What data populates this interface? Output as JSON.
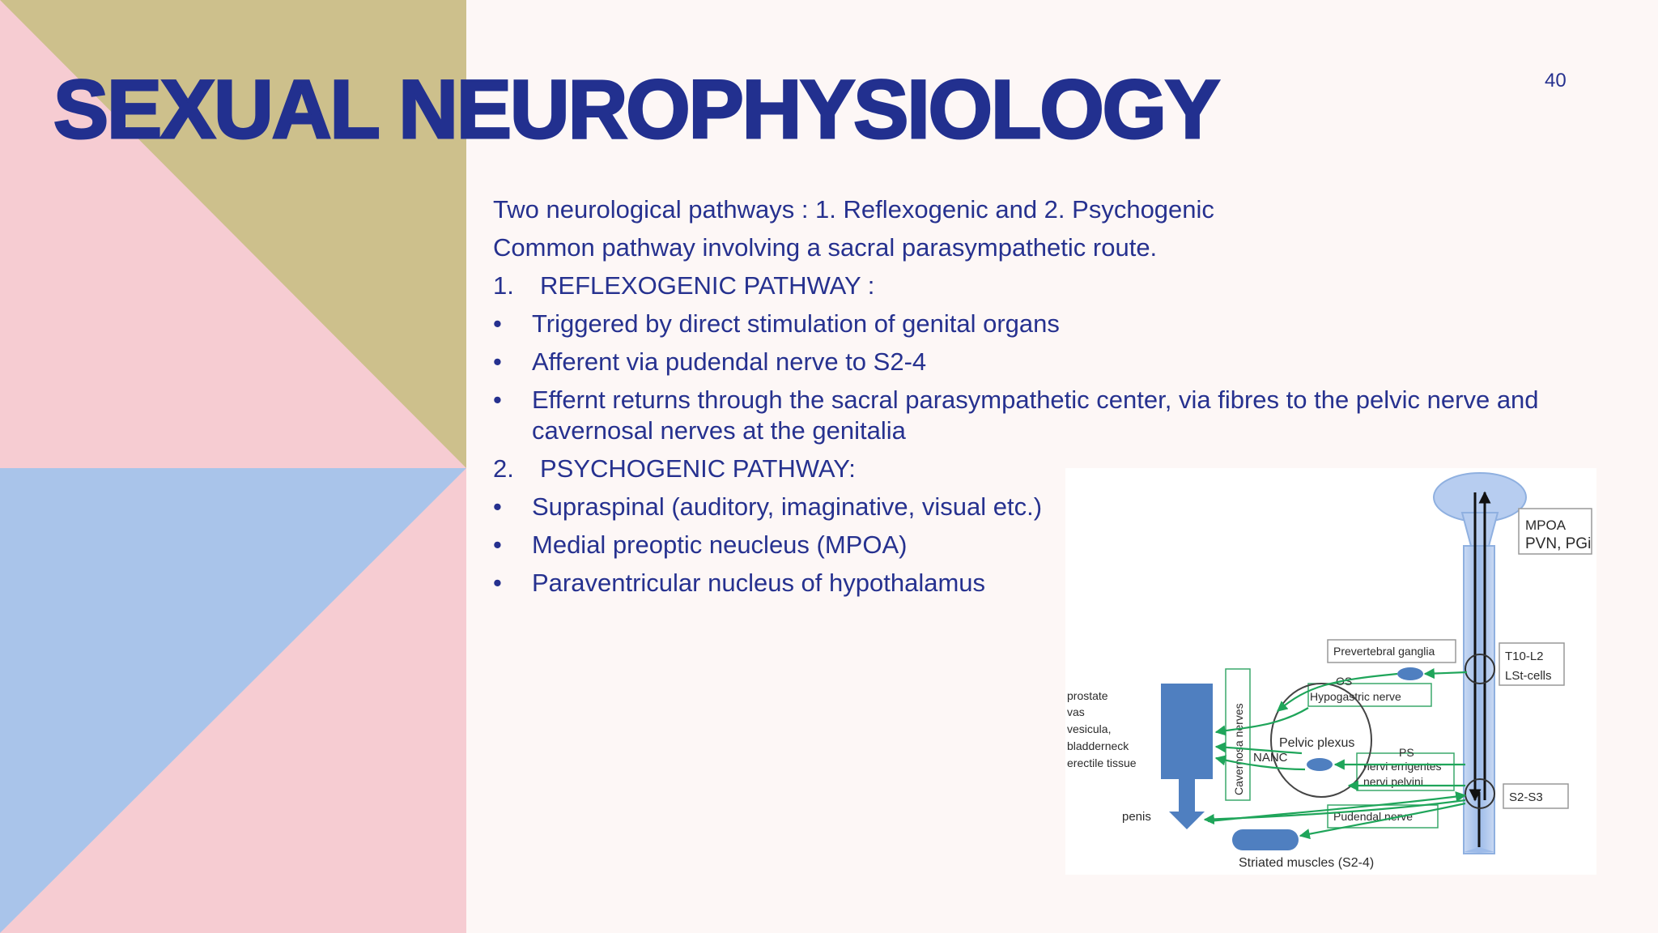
{
  "page_number": "40",
  "title": "SEXUAL NEUROPHYSIOLOGY",
  "intro": [
    "Two neurological pathways : 1. Reflexogenic and 2. Psychogenic",
    "Common pathway involving a sacral parasympathetic route."
  ],
  "sections": [
    {
      "number": "1.",
      "heading": "REFLEXOGENIC PATHWAY :",
      "bullets": [
        "Triggered by direct stimulation of genital organs",
        "Afferent via pudendal nerve to S2-4",
        "Effernt returns through the sacral parasympathetic center, via fibres to the pelvic nerve and cavernosal nerves at the genitalia"
      ]
    },
    {
      "number": "2.",
      "heading": "PSYCHOGENIC PATHWAY:",
      "bullets": [
        "Supraspinal (auditory, imaginative, visual etc.)",
        "Medial preoptic neucleus (MPOA)",
        "Paraventricular nucleus of hypothalamus"
      ]
    }
  ],
  "bullet_char": "•",
  "diagram": {
    "mpoa": "MPOA",
    "pvn": "PVN, PGi",
    "prevertebral": "Prevertebral ganglia",
    "t10": "T10-L2",
    "lst": "LSt-cells",
    "os": "OS",
    "hypogastric": "Hypogastric nerve",
    "organs": [
      "prostate",
      "vas",
      "vesicula,",
      "bladderneck",
      "erectile tissue"
    ],
    "cavernosa": "Cavernosa nerves",
    "pelvic_plexus": "Pelvic plexus",
    "nanc": "NANC",
    "ps": "PS",
    "nervi_erigentes": "nervi errigentes",
    "nervi_pelvini": "nervi pelvini",
    "s2s3": "S2-S3",
    "penis": "penis",
    "pudendal": "Pudendal nerve",
    "striated": "Striated muscles (S2-4)"
  },
  "colors": {
    "title": "#22308f",
    "text": "#26318f",
    "pink": "#f6ccd2",
    "gold": "#cdc08c",
    "blue": "#a9c4ea",
    "nerve_green": "#1fa55a",
    "organ_blue": "#4f7fc0"
  }
}
